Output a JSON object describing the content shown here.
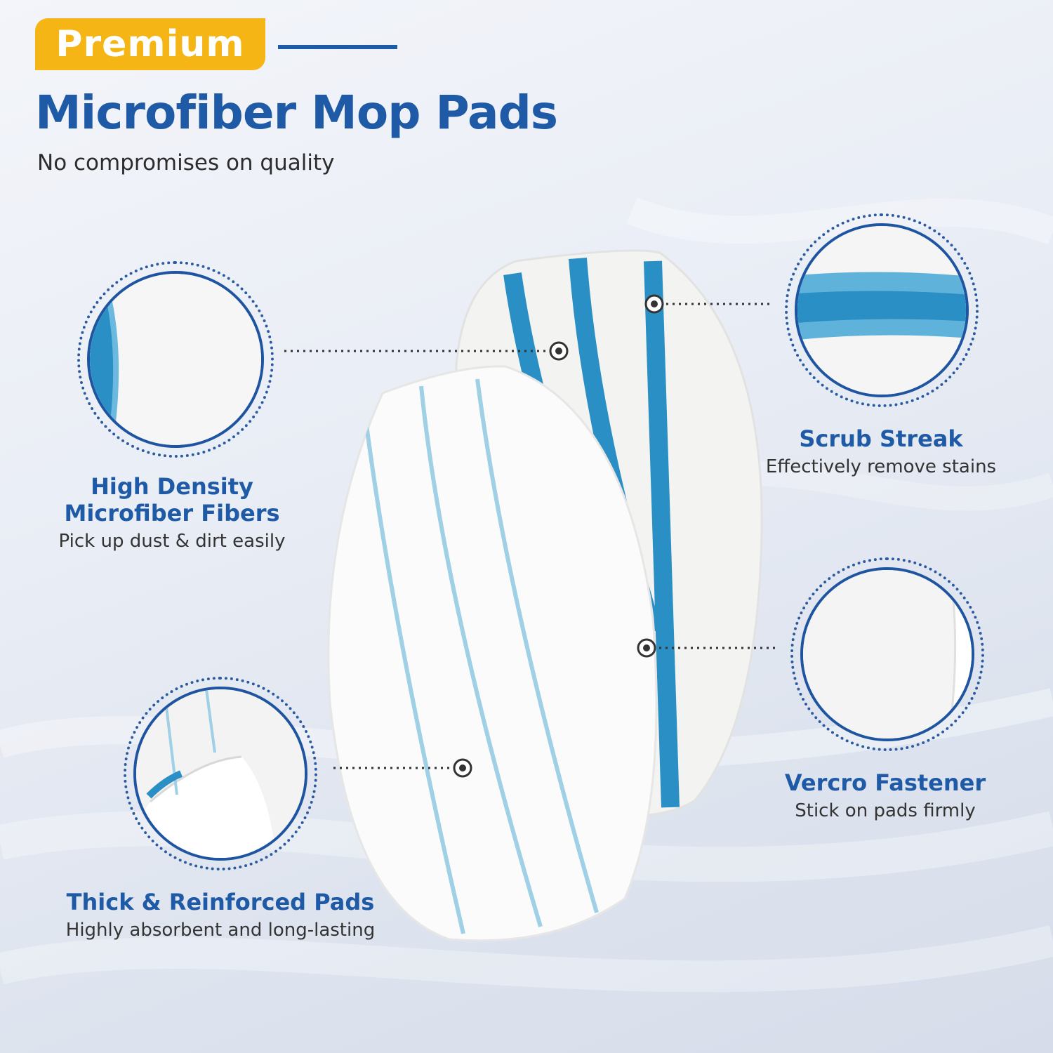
{
  "header": {
    "badge_label": "Premium",
    "title": "Microfiber Mop Pads",
    "subtitle": "No compromises on quality"
  },
  "features": [
    {
      "heading_line1": "High Density",
      "heading_line2": "Microfiber Fibers",
      "description": "Pick up dust & dirt easily"
    },
    {
      "heading": "Scrub Streak",
      "description": "Effectively remove stains"
    },
    {
      "heading": "Vercro Fastener",
      "description": "Stick on pads firmly"
    },
    {
      "heading": "Thick & Reinforced Pads",
      "description": "Highly absorbent and long-lasting"
    }
  ],
  "colors": {
    "brand_blue": "#1f5aa6",
    "badge_yellow": "#f5b615",
    "stripe_teal": "#2a8fc4",
    "stripe_light": "#9fd0e6"
  }
}
